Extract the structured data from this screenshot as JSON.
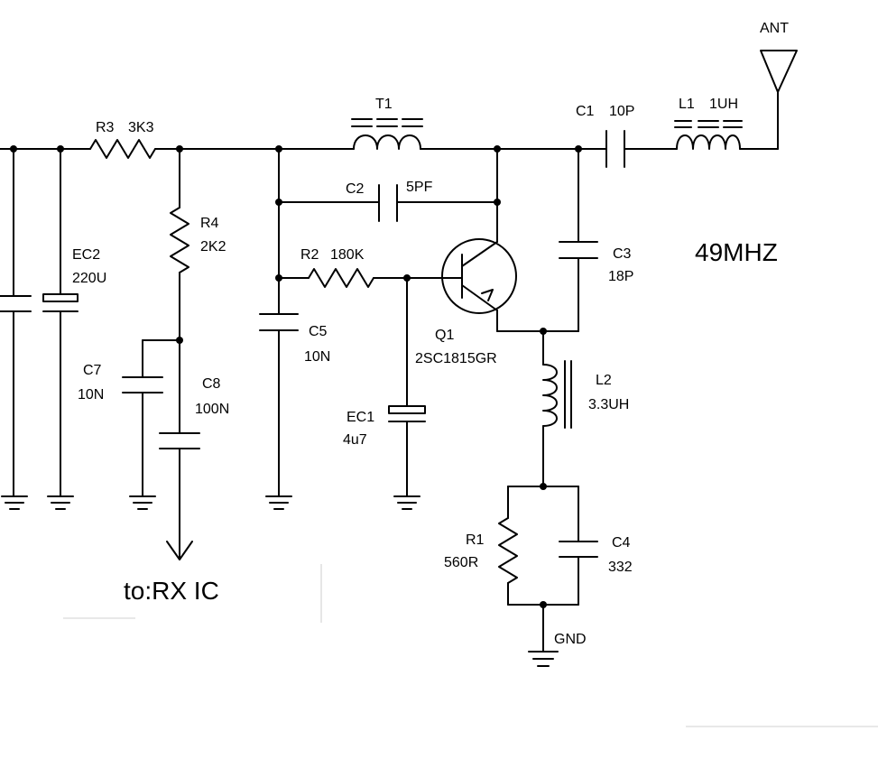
{
  "schematic": {
    "frequency": "49MHZ",
    "output_note": "to:RX IC",
    "antenna": "ANT",
    "ground": "GND",
    "components": {
      "R3": {
        "ref": "R3",
        "value": "3K3"
      },
      "R4": {
        "ref": "R4",
        "value": "2K2"
      },
      "R2": {
        "ref": "R2",
        "value": "180K"
      },
      "R1": {
        "ref": "R1",
        "value": "560R"
      },
      "T1": {
        "ref": "T1"
      },
      "C1": {
        "ref": "C1",
        "value": "10P"
      },
      "C2": {
        "ref": "C2",
        "value": "5PF"
      },
      "C3": {
        "ref": "C3",
        "value": "18P"
      },
      "C4": {
        "ref": "C4",
        "value": "332"
      },
      "C5": {
        "ref": "C5",
        "value": "10N"
      },
      "C7": {
        "ref": "C7",
        "value": "10N"
      },
      "C8": {
        "ref": "C8",
        "value": "100N"
      },
      "EC1": {
        "ref": "EC1",
        "value": "4u7"
      },
      "EC2": {
        "ref": "EC2",
        "value": "220U"
      },
      "L1": {
        "ref": "L1",
        "value": "1UH"
      },
      "L2": {
        "ref": "L2",
        "value": "3.3UH"
      },
      "Q1": {
        "ref": "Q1",
        "value": "2SC1815GR"
      }
    }
  }
}
